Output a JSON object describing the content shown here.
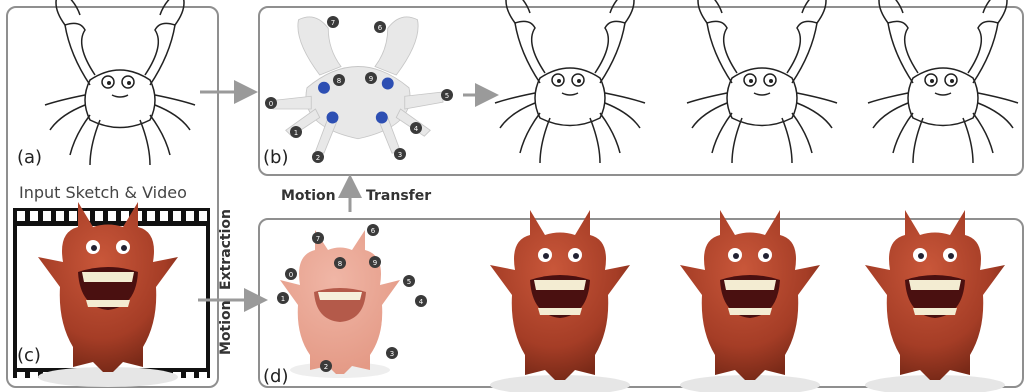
{
  "input_panel": {
    "label_a": "(a)",
    "label_c": "(c)",
    "caption": "Input Sketch & Video"
  },
  "top_panel": {
    "label": "(b)"
  },
  "bottom_panel": {
    "label": "(d)"
  },
  "motion_transfer": {
    "word1": "Motion",
    "word2": "Transfer"
  },
  "motion_extraction": {
    "word1": "Motion",
    "word2": "Extraction"
  },
  "crab_handle_numbers": [
    "0",
    "1",
    "2",
    "3",
    "4",
    "5",
    "6",
    "7",
    "8",
    "9"
  ],
  "monster_handle_numbers": [
    "0",
    "1",
    "2",
    "3",
    "4",
    "5",
    "6",
    "7",
    "8",
    "9"
  ],
  "colors": {
    "border": "#8f8f8f",
    "arrow": "#9a9a9a",
    "monster": "#a53d26",
    "handle_blue": "#2d4fb3"
  }
}
